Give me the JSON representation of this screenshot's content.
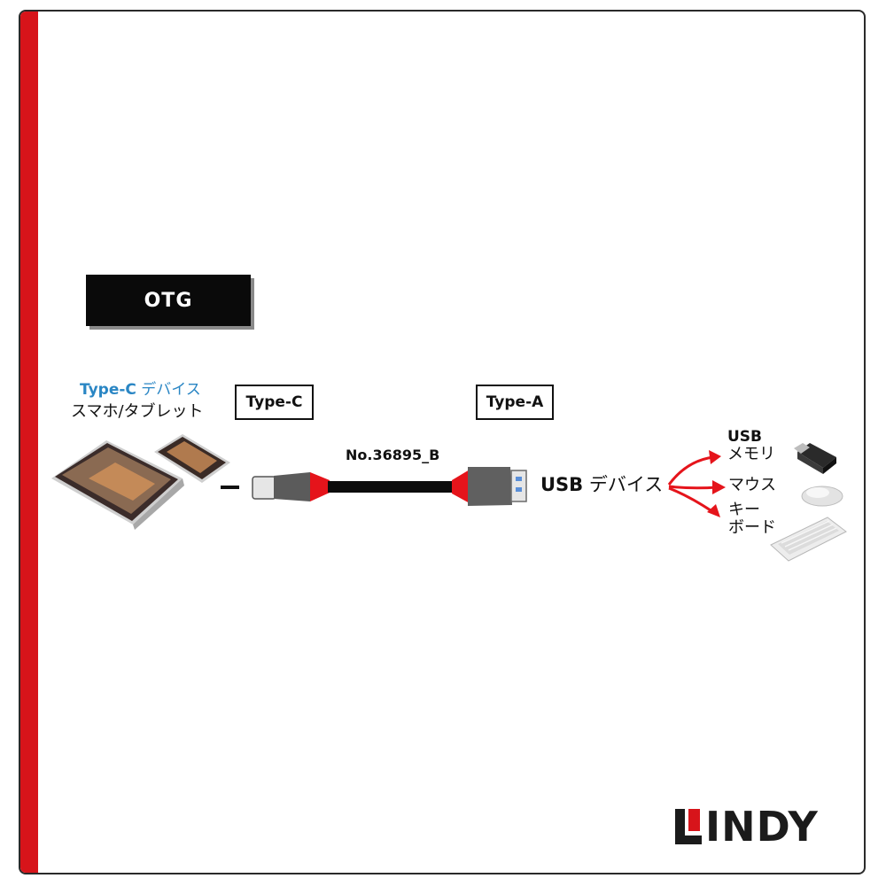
{
  "labels": {
    "otg": "OTG",
    "type_c_box": "Type-C",
    "type_a_box": "Type-A",
    "type_c_device_bold": "Type-C",
    "type_c_device_rest": " デバイス",
    "type_c_device_sub": "スマホ/タブレット",
    "model": "No.36895_B",
    "usb_device_bold": "USB",
    "usb_device_rest": " デバイス"
  },
  "outputs": {
    "memory_line1": "USB",
    "memory_line2": "メモリ",
    "mouse": "マウス",
    "keyboard_line1": "キー",
    "keyboard_line2": "ボード"
  },
  "logo": {
    "text": "INDY",
    "mark_icon": "lindy-l-mark-icon"
  },
  "colors": {
    "accent_red": "#d7141a",
    "type_c_blue": "#2a86c4",
    "label_black": "#0a0a0a"
  }
}
